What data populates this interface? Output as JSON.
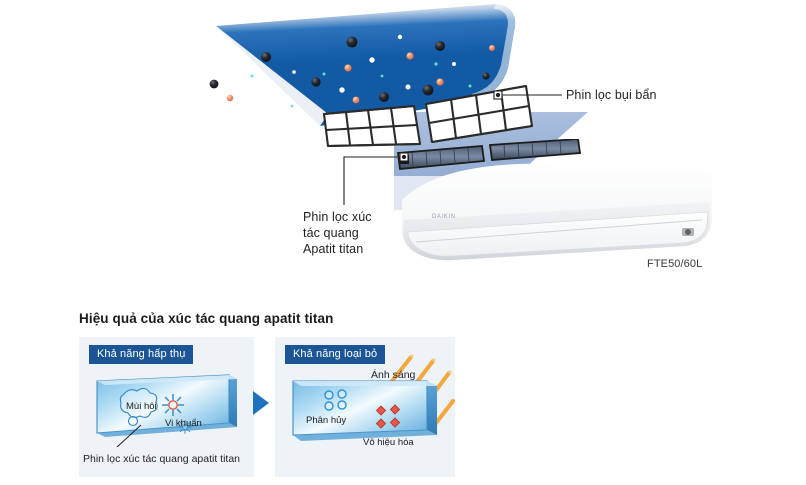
{
  "top_illustration": {
    "label_dust_filter": "Phin lọc bụi bẩn",
    "label_photocatalytic": "Phin lọc xúc\ntác quang\nApatit titan",
    "label_photocatalytic_lines": [
      "Phin lọc xúc",
      "tác quang",
      "Apatit titan"
    ],
    "model_label": "FTE50/60L",
    "colors": {
      "sheet_blue": "#1665b8",
      "sheet_blue_dark": "#14589f",
      "airflow_blue": "#9db8dd",
      "filter_outline": "#2b2b2b",
      "unit_white": "#fdfdfd"
    },
    "icon_names": {
      "dust_sheet": "blue-dust-sheet-icon",
      "particles": "dust-particles-icon",
      "mesh": "filter-mesh-icon",
      "photo_strip": "photocatalytic-strip-icon",
      "indoor_unit": "air-conditioner-indoor-unit-icon"
    }
  },
  "section": {
    "title": "Hiệu quả của xúc tác quang apatit titan",
    "panels": [
      {
        "badge": "Khả năng hấp thụ",
        "plate_labels": [
          "Mùi hôi",
          "Vi khuẩn"
        ],
        "caption": "Phin lọc xúc tác quang apatit titan",
        "icon_names": [
          "odor-bubble-icon",
          "bacteria-star-icon",
          "small-bubble-icon",
          "leader-line-icon"
        ]
      },
      {
        "badge": "Khả năng loại bỏ",
        "ray_label": "Ánh sáng",
        "plate_labels": [
          "Phân hủy",
          "Vô hiệu hóa"
        ],
        "icon_names": [
          "light-ray-icon",
          "decompose-circles-icon",
          "deactivate-diamonds-icon"
        ]
      }
    ],
    "arrow": "transition-arrow-icon",
    "colors": {
      "badge_bg": "#1c5596",
      "panel_bg": "#eef3f8",
      "plate_blue": "#a8d4ef",
      "plate_edge": "#2f7fc0",
      "ray_orange": "#f2a83c",
      "diamond_red": "#e8584a",
      "circle_blue": "#2f8fd8",
      "arrow_blue": "#1f72be"
    }
  }
}
